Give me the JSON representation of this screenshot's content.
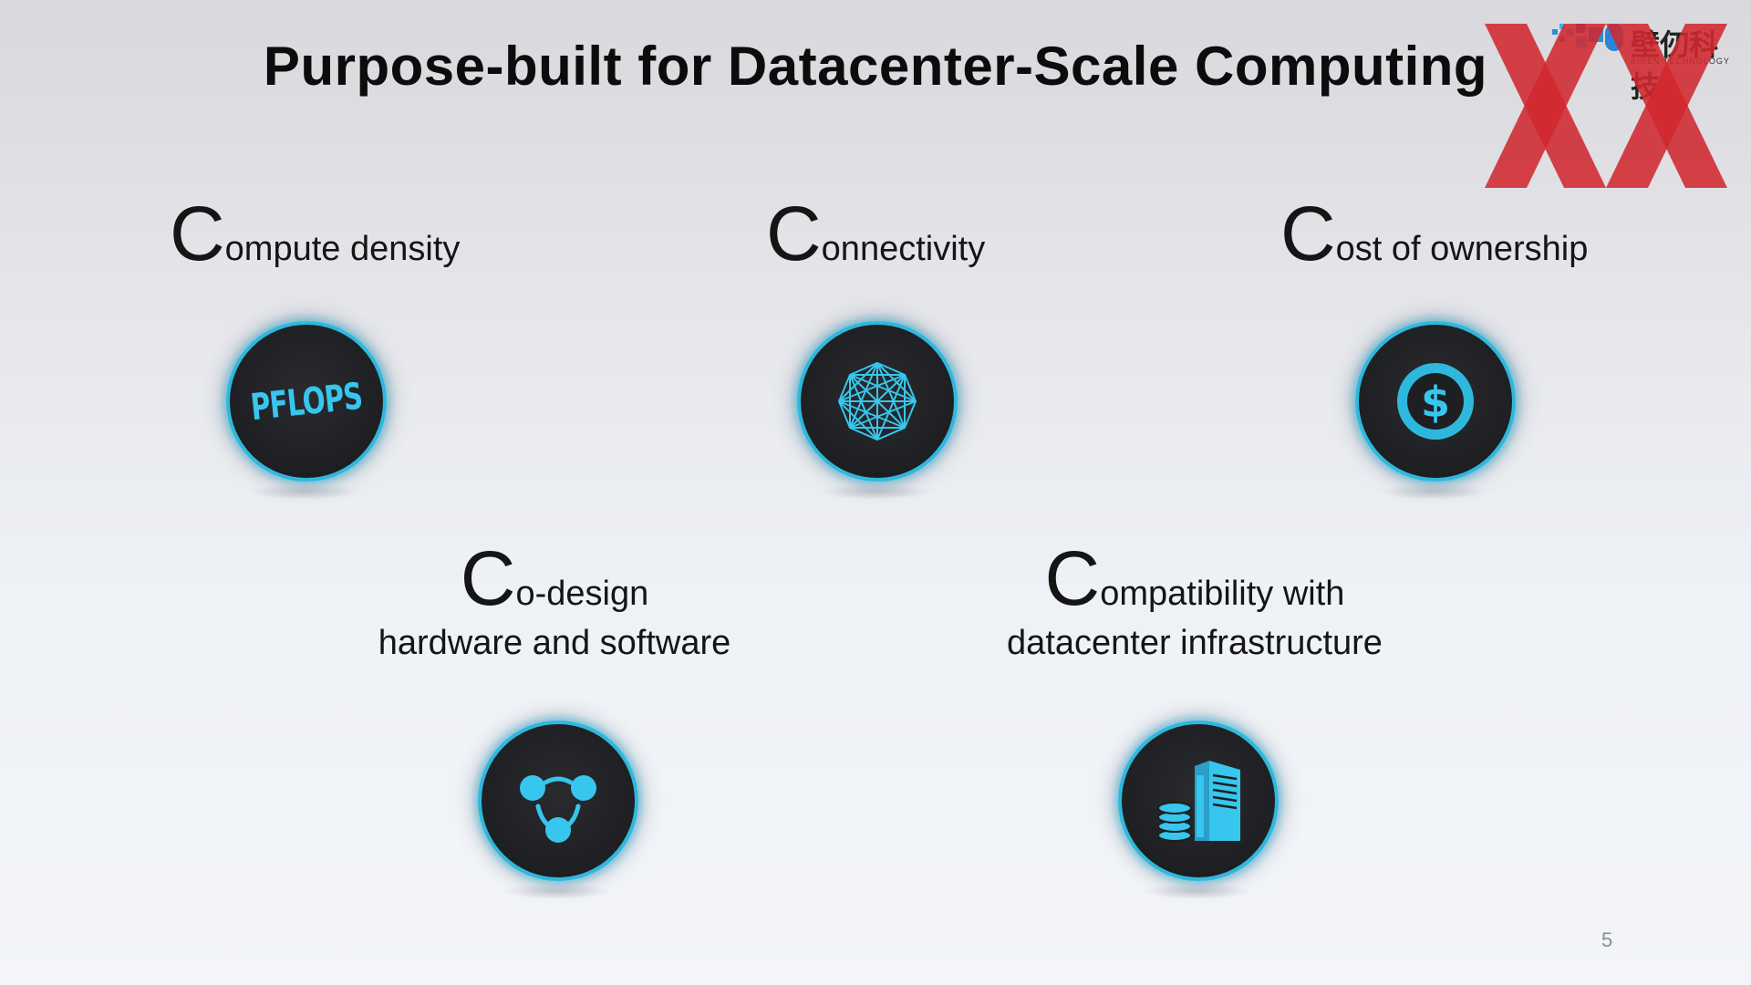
{
  "slide": {
    "title": "Purpose-built for Datacenter-Scale Computing",
    "page_number": "5"
  },
  "logo": {
    "chinese_name": "壁仞科技",
    "english_name": "BIREN TECHNOLOGY"
  },
  "items": [
    {
      "initial": "C",
      "rest": "ompute density",
      "icon": "pflops-icon",
      "icon_text": "PFLOPS"
    },
    {
      "initial": "C",
      "rest": "onnectivity",
      "icon": "mesh-network-icon"
    },
    {
      "initial": "C",
      "rest": "ost of ownership",
      "icon": "dollar-coin-icon"
    },
    {
      "initial": "C",
      "rest": "o-design",
      "subtitle": "hardware and software",
      "icon": "share-nodes-icon"
    },
    {
      "initial": "C",
      "rest": "ompatibility with",
      "subtitle": "datacenter infrastructure",
      "icon": "datacenter-building-icon"
    }
  ],
  "colors": {
    "accent": "#2fb8dd",
    "disc": "#222326",
    "watermark": "#d0282f"
  }
}
